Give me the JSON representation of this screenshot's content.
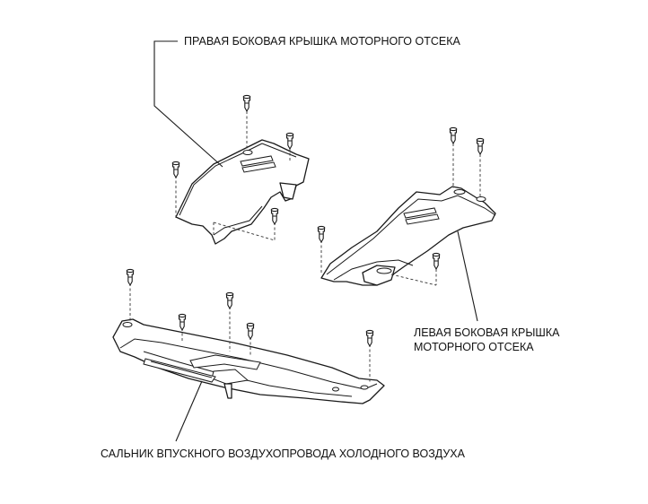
{
  "labels": {
    "right_cover": "ПРАВАЯ БОКОВАЯ КРЫШКА МОТОРНОГО ОТСЕКА",
    "left_cover_line1": "ЛЕВАЯ БОКОВАЯ КРЫШКА",
    "left_cover_line2": "МОТОРНОГО ОТСЕКА",
    "cool_air_seal": "САЛЬНИК ВПУСКНОГО ВОЗДУХОПРОВОДА ХОЛОДНОГО ВОЗДУХА"
  }
}
